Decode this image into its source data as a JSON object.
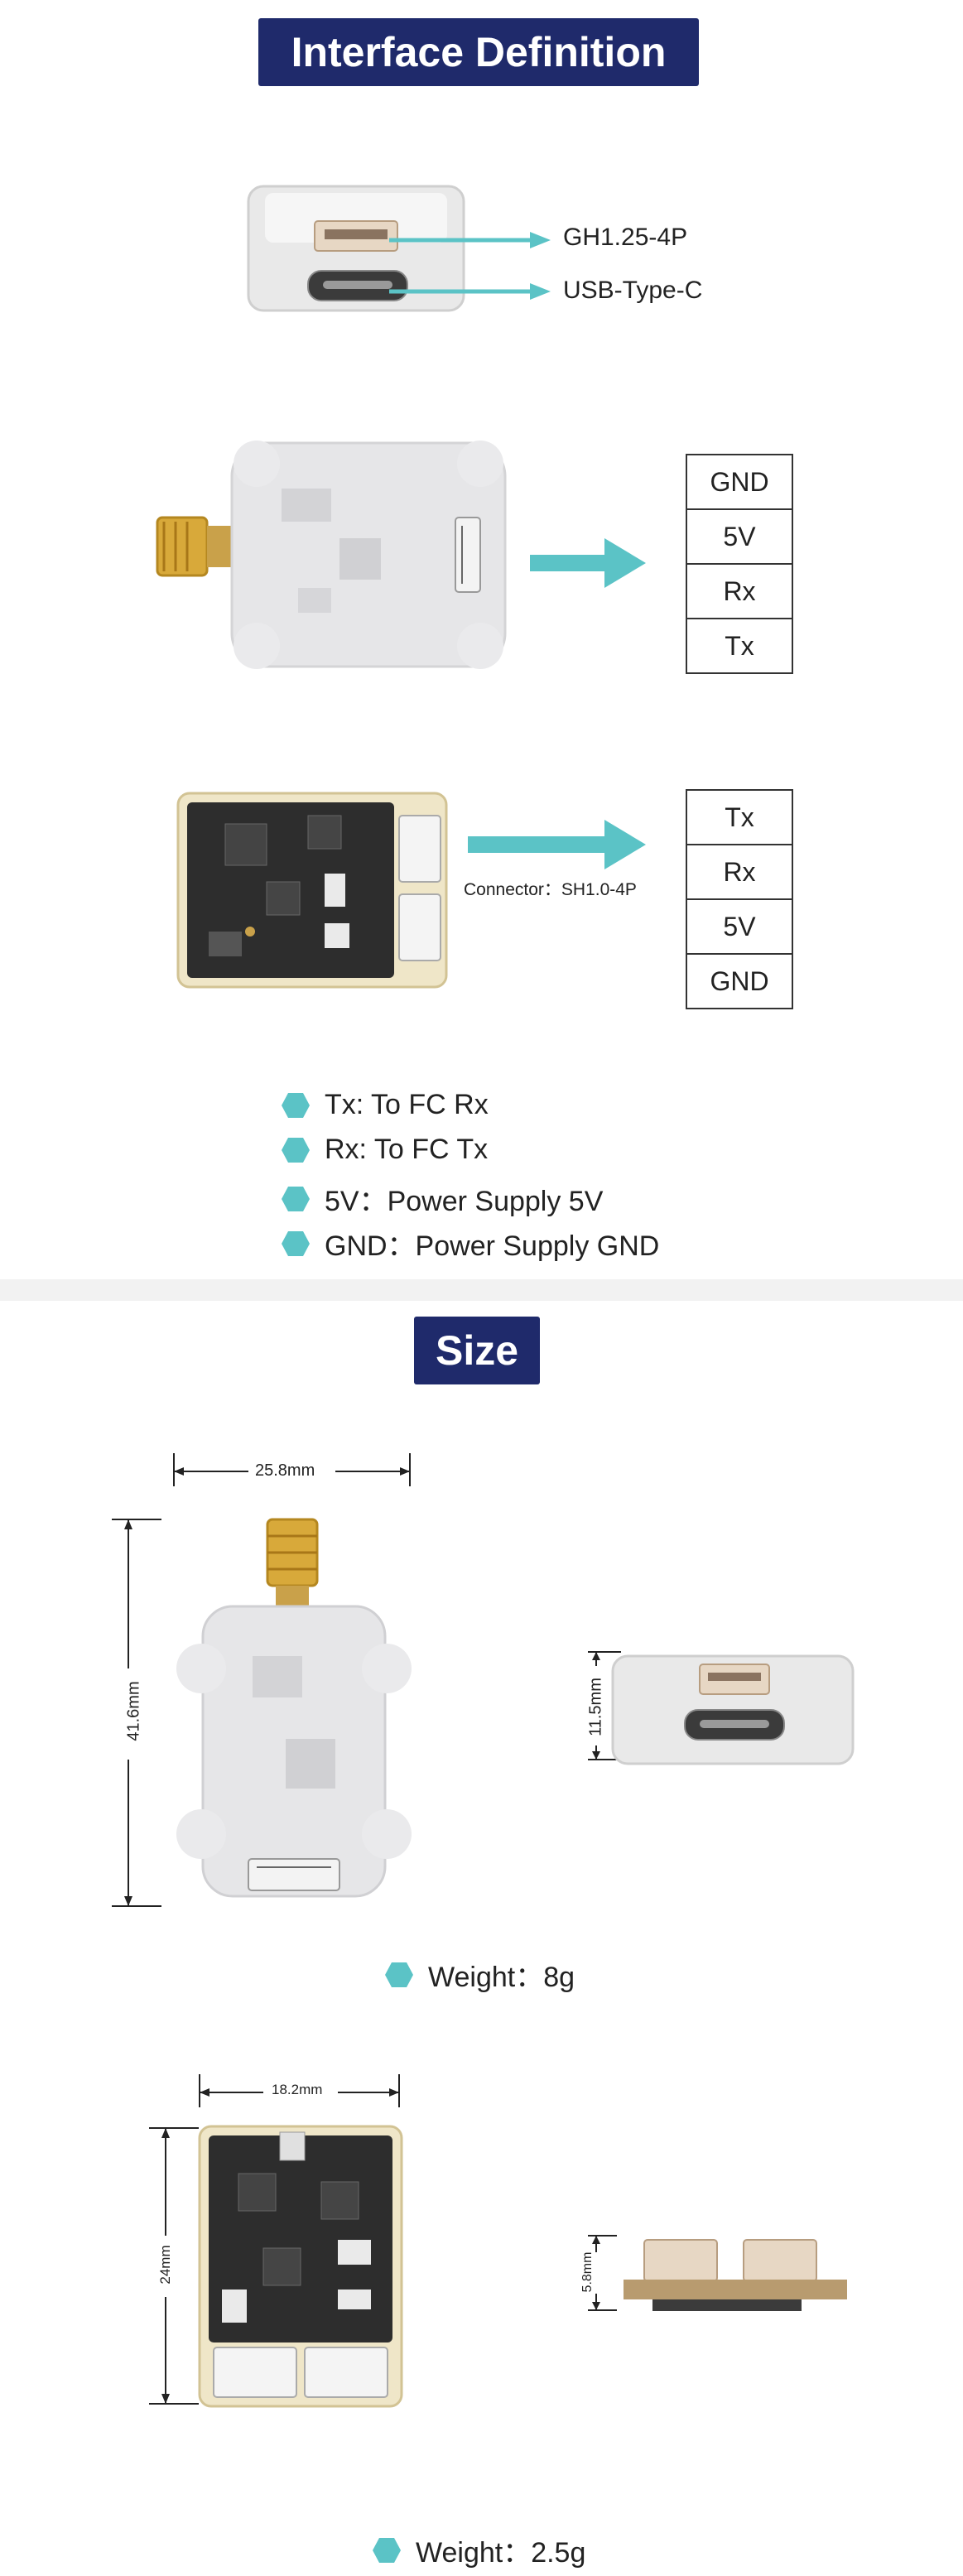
{
  "sections": {
    "interface_title": "Interface Definition",
    "size_title": "Size"
  },
  "interface": {
    "usb_labels": [
      "GH1.25-4P",
      "USB-Type-C"
    ],
    "table_a": [
      "GND",
      "5V",
      "Rx",
      "Tx"
    ],
    "table_b": [
      "Tx",
      "Rx",
      "5V",
      "GND"
    ],
    "connector_label": "Connector：SH1.0-4P",
    "legend": [
      "Tx: To FC Rx",
      "Rx: To FC Tx",
      "5V：Power Supply 5V",
      "GND：Power Supply GND"
    ]
  },
  "size": {
    "module_a": {
      "width": "25.8mm",
      "height": "41.6mm",
      "thickness": "11.5mm",
      "weight": "Weight：8g"
    },
    "module_b": {
      "width": "18.2mm",
      "height": "24mm",
      "thickness": "5.8mm",
      "weight": "Weight：2.5g"
    }
  },
  "colors": {
    "banner": "#1f2a6b",
    "accent": "#5bc3c6",
    "pcb": "#2d2d2d"
  }
}
